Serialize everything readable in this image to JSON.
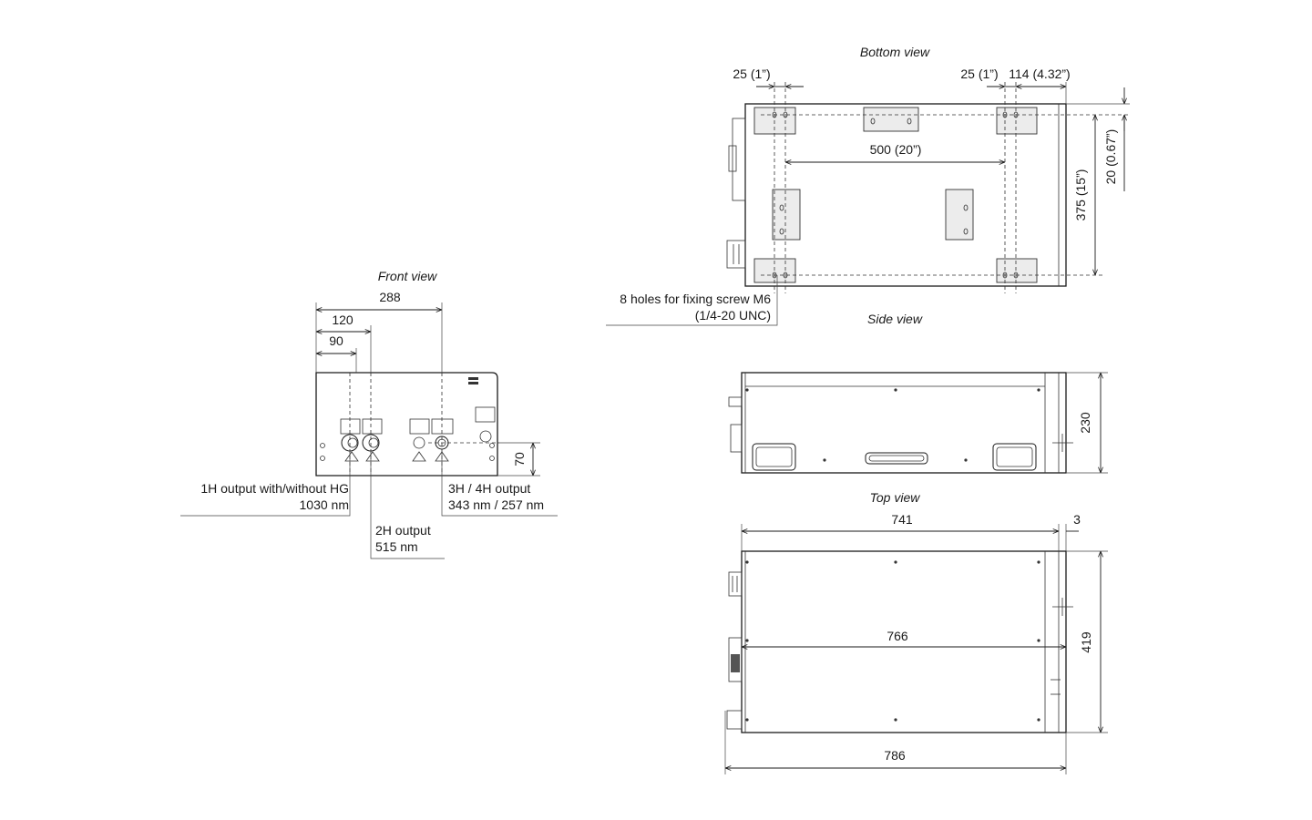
{
  "views": {
    "front": "Front view",
    "bottom": "Bottom view",
    "side": "Side view",
    "top": "Top view"
  },
  "front_dims": {
    "d288": "288",
    "d120": "120",
    "d90": "90",
    "d70": "70"
  },
  "front_callouts": {
    "h1_line1": "1H output with/without HG",
    "h1_line2": "1030 nm",
    "h2_line1": "2H output",
    "h2_line2": "515 nm",
    "h34_line1": "3H / 4H output",
    "h34_line2": "343 nm / 257 nm"
  },
  "bottom_dims": {
    "left25": "25 (1”)",
    "right25": "25 (1”)",
    "d114": "114 (4.32”)",
    "d500": "500 (20”)",
    "d375": "375 (15”)",
    "d20": "20 (0.67”)"
  },
  "bottom_callout": {
    "line1": "8 holes for fixing screw M6",
    "line2": "(1/4-20 UNC)"
  },
  "side_dims": {
    "d230": "230"
  },
  "top_dims": {
    "d741": "741",
    "d3": "3",
    "d766": "766",
    "d786": "786",
    "d419": "419"
  }
}
